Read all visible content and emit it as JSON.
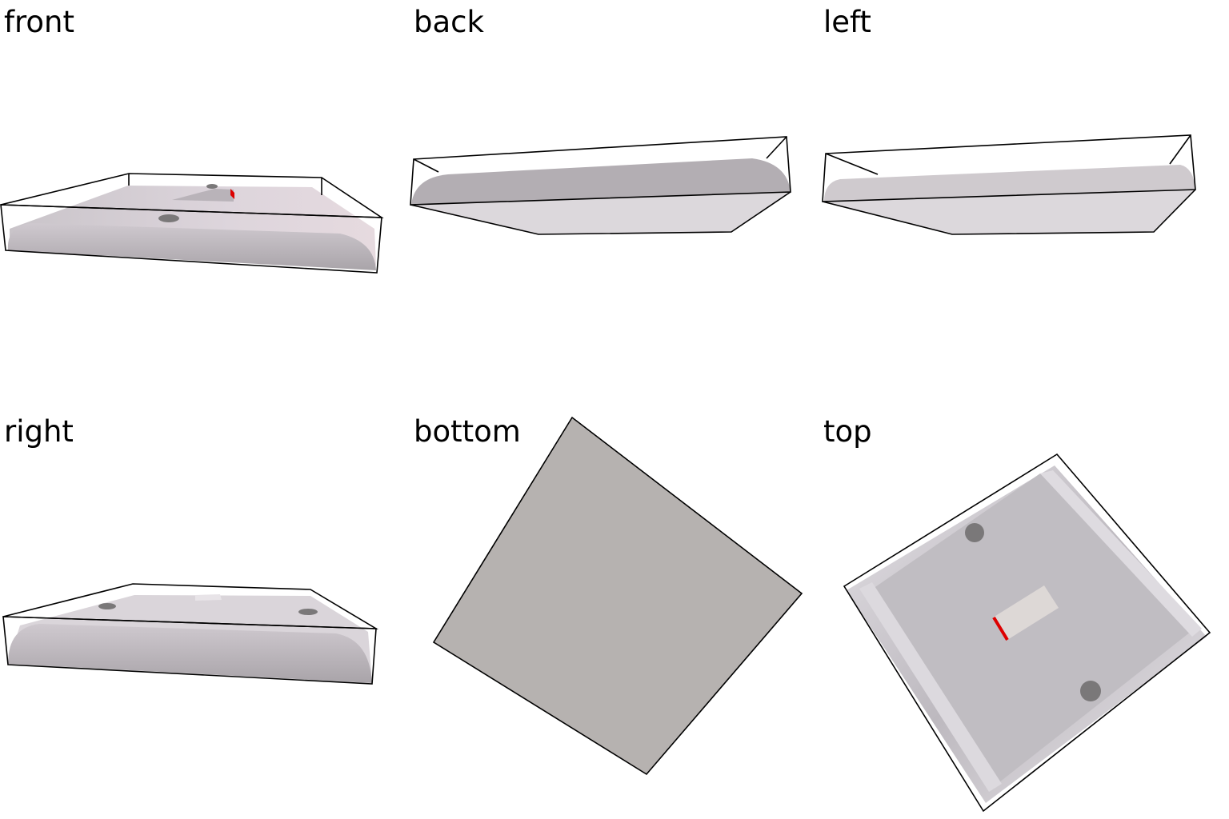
{
  "views": {
    "front": "front",
    "back": "back",
    "left": "left",
    "right": "right",
    "bottom": "bottom",
    "top": "top"
  },
  "colors": {
    "background": "#ffffff",
    "outline": "#000000",
    "part_side": "#b3aeb3",
    "part_top": "#ddd7dd",
    "part_underside": "#dcd8dc",
    "bottom_face": "#b6b2b0",
    "top_face": "#c0bdc2",
    "screw": "#7a7879",
    "accent_marker": "#dd0000"
  }
}
